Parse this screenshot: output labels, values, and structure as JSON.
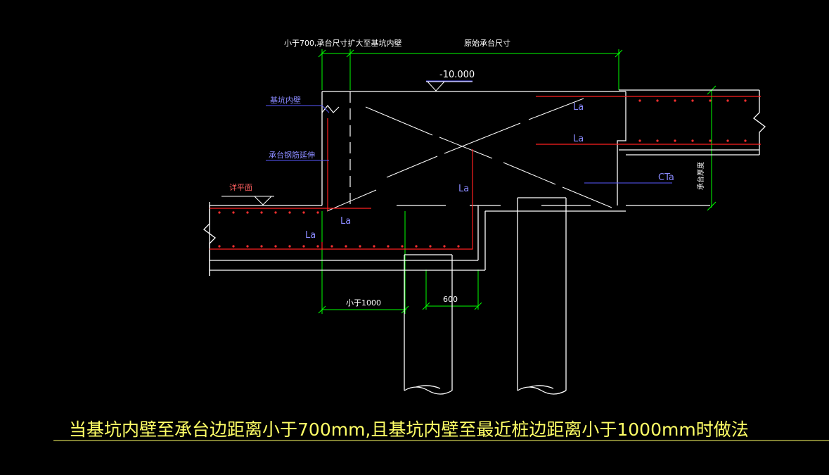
{
  "title": "当基坑内壁至承台边距离小于700mm,且基坑内壁至最近桩边距离小于1000mm时做法",
  "dimensions": {
    "top_left": "小于700,承台尺寸扩大至基坑内壁",
    "top_right": "原始承台尺寸",
    "bottom_1000": "小于1000",
    "bottom_600": "600",
    "right_vertical": "承台厚度"
  },
  "level_mark": "-10.000",
  "labels": {
    "pit_wall": "基坑内壁",
    "rebar_extension": "承台钢筋延伸",
    "detail_plan": "详平面",
    "la_1": "La",
    "la_2": "La",
    "la_3": "La",
    "la_4": "La",
    "la_5": "La",
    "cover_t": "CTa"
  },
  "colors": {
    "background": "#000000",
    "outline": "#ffffff",
    "dimension": "#00ff00",
    "rebar": "#ff2020",
    "annotation": "#5a5aff",
    "title": "#ffff66",
    "hatch_dot": "#ff3030"
  }
}
